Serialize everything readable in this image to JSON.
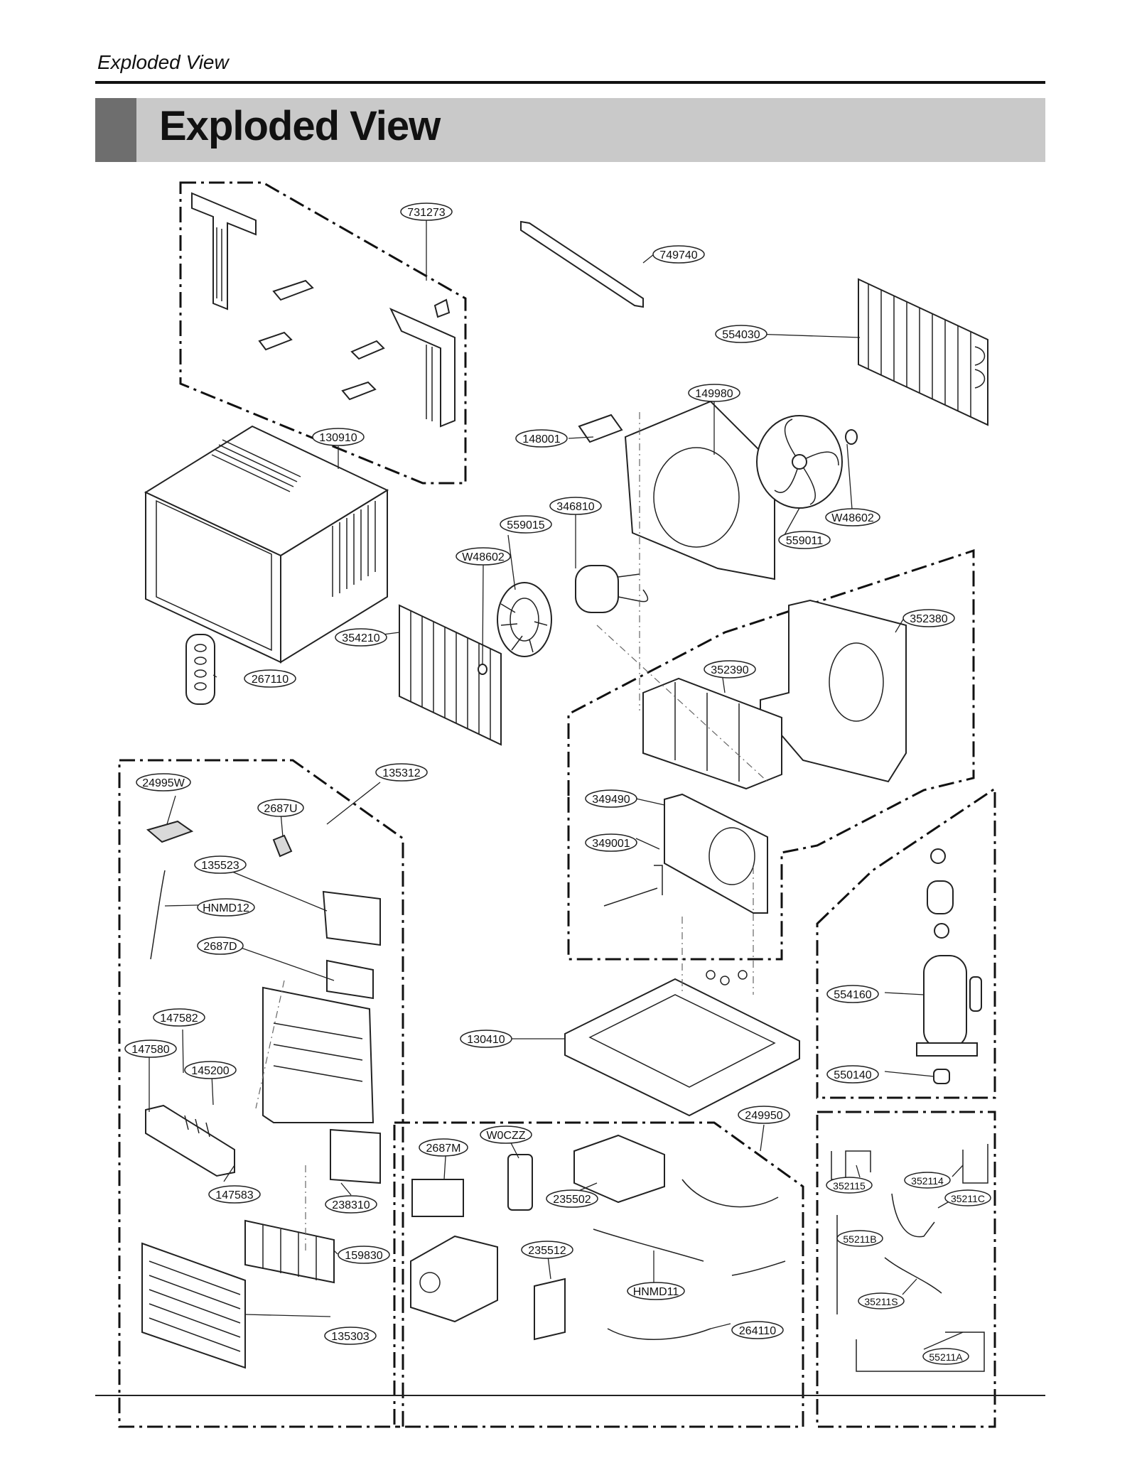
{
  "header": {
    "running_head": "Exploded View",
    "section_title": "Exploded View"
  },
  "part_labels": {
    "p731273": "731273",
    "p749740": "749740",
    "p554030": "554030",
    "p149980": "149980",
    "p148001": "148001",
    "p130910": "130910",
    "p346810": "346810",
    "p559015": "559015",
    "pW48602a": "W48602",
    "pW48602b": "W48602",
    "p559011": "559011",
    "p354210": "354210",
    "p267110": "267110",
    "p352380": "352380",
    "p352390": "352390",
    "p24995W": "24995W",
    "p135312": "135312",
    "p2687U": "2687U",
    "p135523": "135523",
    "pHNMD12": "HNMD12",
    "p2687D": "2687D",
    "p349490": "349490",
    "p349001": "349001",
    "p147582": "147582",
    "p147580": "147580",
    "p145200": "145200",
    "p130410": "130410",
    "p554160": "554160",
    "p550140": "550140",
    "p249950": "249950",
    "p147583": "147583",
    "p238310": "238310",
    "p159830": "159830",
    "p135303": "135303",
    "pW0CZZ": "W0CZZ",
    "p2687M": "2687M",
    "p235502": "235502",
    "p235512": "235512",
    "pHNMD11": "HNMD11",
    "p264110": "264110",
    "p352115": "352115",
    "p352114": "352114",
    "p35211C": "35211C",
    "p55211B": "55211B",
    "p35211S": "35211S",
    "p55211A": "55211A"
  }
}
